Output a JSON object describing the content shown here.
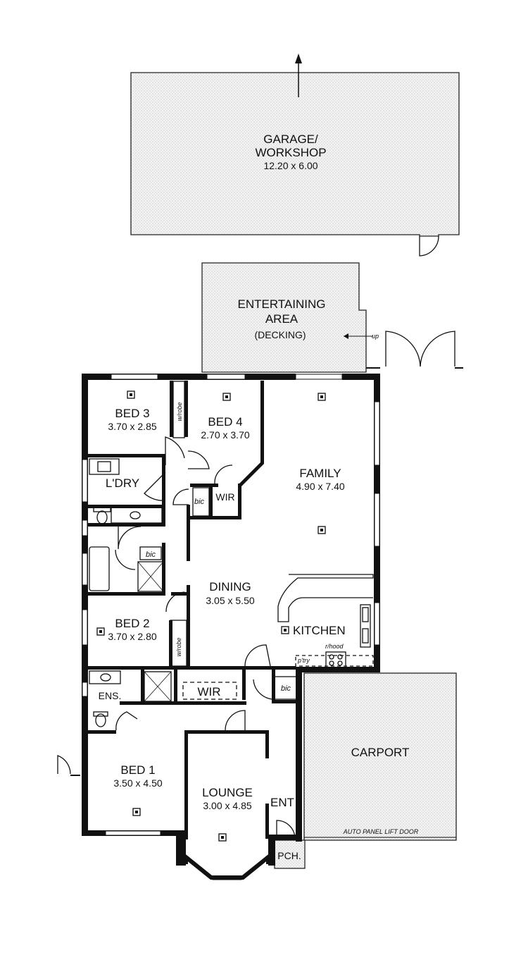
{
  "rooms": {
    "garage": {
      "name": "GARAGE/",
      "name2": "WORKSHOP",
      "dims": "12.20 x 6.00"
    },
    "entertaining": {
      "name": "ENTERTAINING",
      "name2": "AREA",
      "note": "(DECKING)",
      "step": "up"
    },
    "bed3": {
      "name": "BED 3",
      "dims": "3.70 x 2.85",
      "robe": "w/robe"
    },
    "bed4": {
      "name": "BED 4",
      "dims": "2.70 x 3.70"
    },
    "laundry": {
      "name": "L'DRY"
    },
    "family": {
      "name": "FAMILY",
      "dims": "4.90 x 7.40"
    },
    "wir_upper": {
      "name": "WIR"
    },
    "bic_upper": {
      "name": "bic"
    },
    "bic_bath": {
      "name": "bic"
    },
    "dining": {
      "name": "DINING",
      "dims": "3.05 x 5.50"
    },
    "kitchen": {
      "name": "KITCHEN",
      "rhood": "r/hood",
      "pantry": "p'try"
    },
    "bed2": {
      "name": "BED 2",
      "dims": "3.70 x 2.80",
      "robe": "w/robe"
    },
    "ensuite": {
      "name": "ENS."
    },
    "wir_lower": {
      "name": "WIR"
    },
    "bic_entry": {
      "name": "bic"
    },
    "carport": {
      "name": "CARPORT",
      "door": "AUTO PANEL LIFT DOOR"
    },
    "bed1": {
      "name": "BED 1",
      "dims": "3.50 x 4.50"
    },
    "lounge": {
      "name": "LOUNGE",
      "dims": "3.00 x 4.85"
    },
    "entry": {
      "name": "ENT"
    },
    "porch": {
      "name": "PCH."
    }
  }
}
